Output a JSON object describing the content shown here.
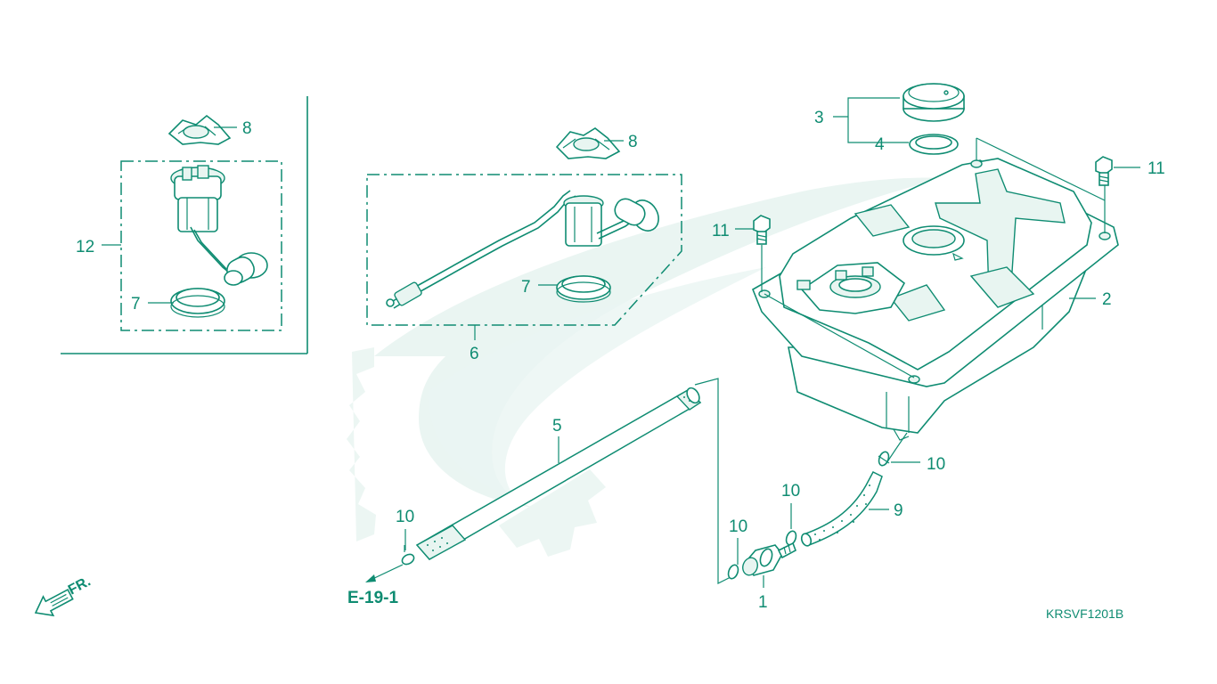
{
  "diagram": {
    "code": "KRSVF1201B",
    "reference": "E-19-1",
    "front_marker": "FR.",
    "colors": {
      "line": "#0f8c72",
      "watermark": "#eaf5f2",
      "background": "#ffffff"
    },
    "callouts": {
      "c1": "1",
      "c2": "2",
      "c3": "3",
      "c4": "4",
      "c5": "5",
      "c6": "6",
      "c7a": "7",
      "c7b": "7",
      "c8a": "8",
      "c8b": "8",
      "c9": "9",
      "c10a": "10",
      "c10b": "10",
      "c10c": "10",
      "c10d": "10",
      "c11a": "11",
      "c11b": "11",
      "c12": "12"
    }
  }
}
